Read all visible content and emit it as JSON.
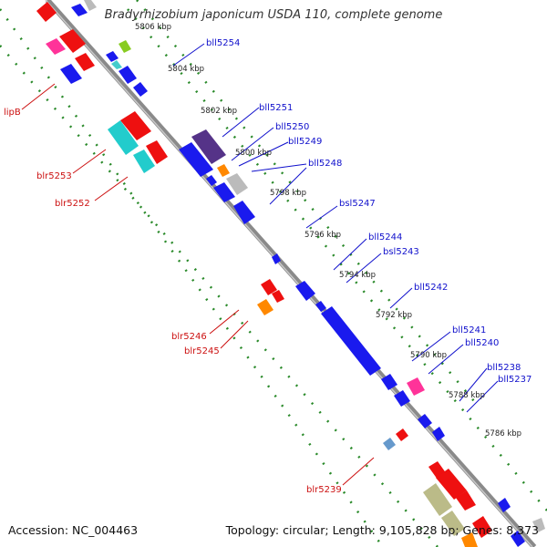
{
  "title": "Bradyrhizobium japonicum USDA 110, complete genome",
  "footer": {
    "accession": "Accession: NC_004463",
    "summary": "Topology: circular; Length: 9,105,828 bp; Genes: 8,373"
  },
  "kbp_ticks": [
    "5806 kbp",
    "5804 kbp",
    "5802 kbp",
    "5800 kbp",
    "5798 kbp",
    "5796 kbp",
    "5794 kbp",
    "5792 kbp",
    "5790 kbp",
    "5788 kbp",
    "5786 kbp"
  ],
  "genes_right": [
    "bll5254",
    "bll5251",
    "bll5250",
    "bll5249",
    "bll5248",
    "bsl5247",
    "bll5244",
    "bsl5243",
    "bll5242",
    "bll5241",
    "bll5240",
    "bll5238",
    "bll5237"
  ],
  "genes_left": [
    "lipB",
    "blr5253",
    "blr5252",
    "blr5246",
    "blr5245",
    "blr5239"
  ],
  "colors": {
    "backbone": "#8a8a8a",
    "dots": "#2a8a2a",
    "label_right": "#1010cc",
    "label_left": "#cc1010",
    "plus_strand": "#ff1515",
    "minus_strand": "#1a1aee"
  }
}
